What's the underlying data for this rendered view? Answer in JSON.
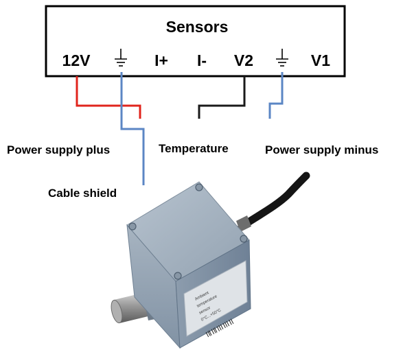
{
  "terminal_block": {
    "title": "Sensors",
    "terminals": [
      "12V",
      "⏚",
      "I+",
      "I-",
      "V2",
      "⏚",
      "V1"
    ]
  },
  "wires": {
    "power_plus": {
      "color": "#e0241c",
      "terminal": "12V"
    },
    "shield": {
      "color": "#5b86c4",
      "terminal": "⏚"
    },
    "temperature": {
      "color": "#1a1a1a",
      "terminal": "V2"
    },
    "power_minus": {
      "color": "#5b86c4",
      "terminal": "⏚"
    }
  },
  "labels": {
    "power_plus": "Power supply plus",
    "temperature": "Temperature",
    "power_minus": "Power supply minus",
    "shield": "Cable shield"
  },
  "sensor_photo": {
    "label_lines": [
      "Ambient",
      "temperature",
      "sensor",
      "0°C...+50°C"
    ]
  }
}
